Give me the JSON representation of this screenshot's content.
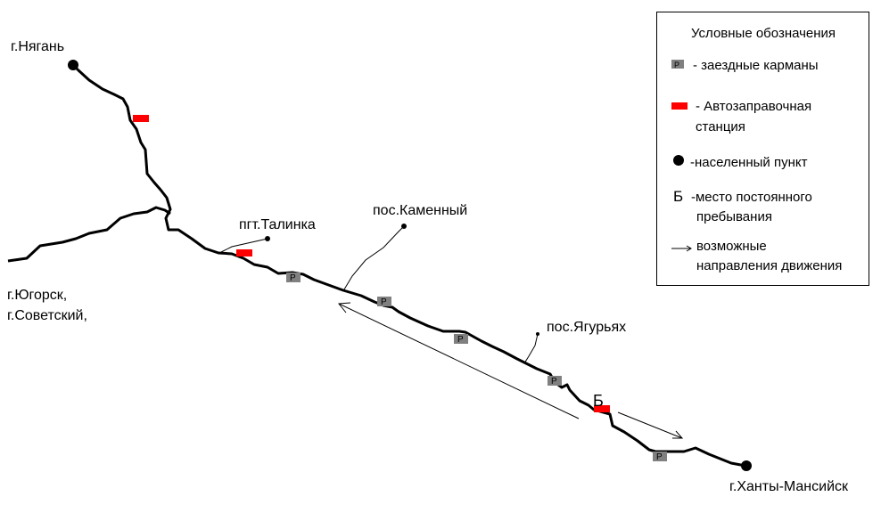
{
  "map": {
    "cities": {
      "nyagan": "г.Нягань",
      "yugorsk": "г.Югорск,",
      "sovetsky": "г.Советский,",
      "khanty": "г.Ханты-Мансийск",
      "talinka": "пгт.Талинка",
      "kamenny": "пос.Каменный",
      "yagurjakh": "пос.Ягурьях"
    },
    "base_marker": "Б",
    "parking_letter": "P",
    "colors": {
      "gas_station": "#ff0000",
      "parking": "#808080",
      "road": "#000000"
    }
  },
  "legend": {
    "title": "Условные обозначения",
    "parking": "- заездные карманы",
    "gas_line1": "- Автозаправочная",
    "gas_line2": "станция",
    "settlement": "-населенный пункт",
    "base_symbol": "Б",
    "base_line1": "-место постоянного",
    "base_line2": "пребывания",
    "direction_line1": "возможные",
    "direction_line2": "направления движения"
  }
}
